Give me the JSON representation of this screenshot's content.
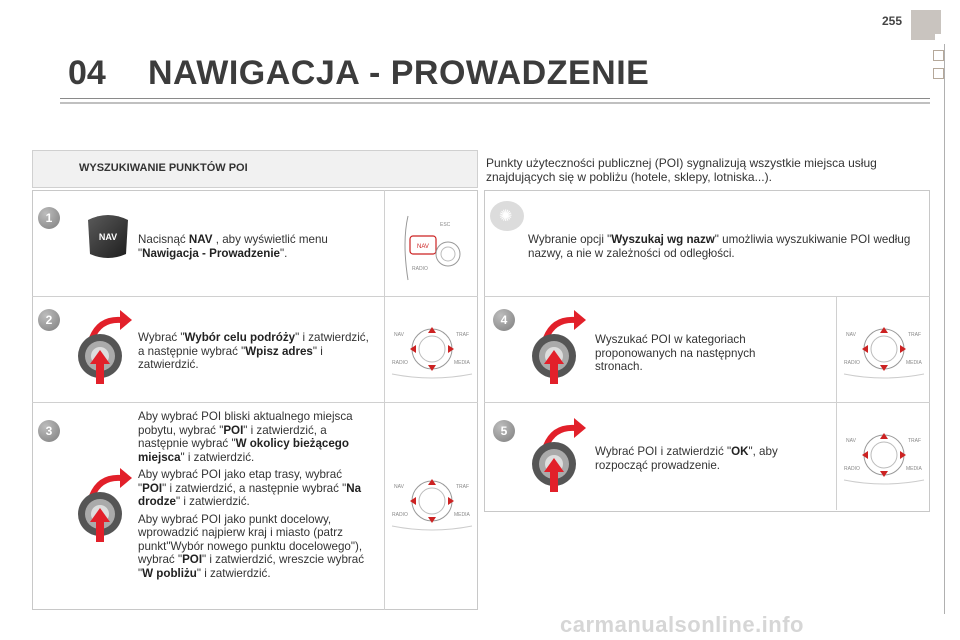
{
  "page_number": "255",
  "chapter": {
    "number": "04",
    "title": "NAWIGACJA - PROWADZENIE"
  },
  "section_title": "WYSZUKIWANIE PUNKTÓW POI",
  "intro": "Punkty użyteczności publicznej (POI) sygnalizują wszystkie miejsca usług znajdujących się w pobliżu (hotele, sklepy, lotniska...).",
  "steps": [
    {
      "number": "1",
      "text_parts": [
        "Nacisnąć ",
        "NAV",
        " , aby wyświetlić menu \"",
        "Nawigacja - Prowadzenie",
        "\"."
      ]
    },
    {
      "number": "2",
      "text_parts": [
        "Wybrać \"",
        "Wybór celu podróży",
        "\" i zatwierdzić, a następnie wybrać \"",
        "Wpisz adres",
        "\" i zatwierdzić."
      ]
    },
    {
      "number": "3",
      "paragraphs": [
        [
          "Aby wybrać POI bliski aktualnego miejsca pobytu, wybrać \"",
          "POI",
          "\" i zatwierdzić, a następnie wybrać \"",
          "W okolicy bieżącego miejsca",
          "\" i zatwierdzić."
        ],
        [
          "Aby wybrać POI jako etap trasy, wybrać \"",
          "POI",
          "\" i zatwierdzić, a następnie wybrać \"",
          "Na drodze",
          "\" i zatwierdzić."
        ],
        [
          "Aby wybrać POI jako punkt docelowy, wprowadzić najpierw kraj i miasto (patrz punkt\"Wybór nowego punktu docelowego\"), wybrać \"",
          "POI",
          "\" i zatwierdzić, wreszcie wybrać \"",
          "W pobliżu",
          "\" i zatwierdzić."
        ]
      ]
    },
    {
      "number": "4",
      "text_parts": [
        "Wyszukać POI w kategoriach proponowanych na następnych stronach."
      ]
    },
    {
      "number": "5",
      "text_parts": [
        "Wybrać POI i zatwierdzić \"",
        "OK",
        "\", aby rozpocząć prowadzenie."
      ]
    }
  ],
  "tip": {
    "text_parts": [
      "Wybranie opcji \"",
      "Wyszukaj wg nazw",
      "\" umożliwia wyszukiwanie POI według nazwy, a nie w zależności od odległości."
    ],
    "icon": "lightbulb-icon"
  },
  "control_labels": {
    "nav": "NAV",
    "traf": "TRAF",
    "radio": "RADIO",
    "media": "MEDIA",
    "esc": "ESC"
  },
  "watermark": "carmanualsonline.info",
  "colors": {
    "arrow_red": "#e2202a",
    "badge_grey": "#9a9a9a",
    "panel_border": "#c8c8c8"
  }
}
